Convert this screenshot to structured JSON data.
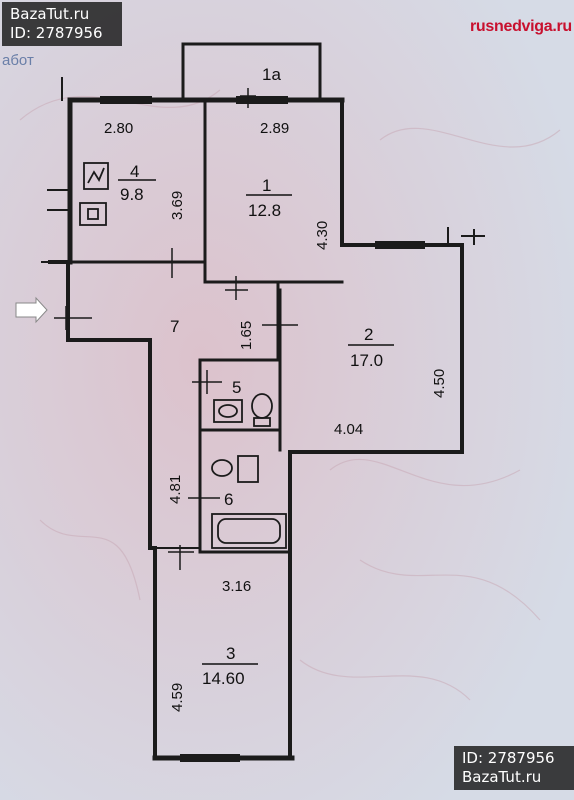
{
  "watermark_top": {
    "site": "BazaTut.ru",
    "id": "ID: 2787956"
  },
  "watermark_bottom": {
    "id": "ID: 2787956",
    "site": "BazaTut.ru"
  },
  "brand": "rusnedviga.ru",
  "fragment_text": "абот",
  "rooms": [
    {
      "key": "1a",
      "label": "1а",
      "area": ""
    },
    {
      "key": "1",
      "label": "1",
      "area": "12.8"
    },
    {
      "key": "2",
      "label": "2",
      "area": "17.0"
    },
    {
      "key": "3",
      "label": "3",
      "area": "14.60"
    },
    {
      "key": "4",
      "label": "4",
      "area": "9.8"
    },
    {
      "key": "5",
      "label": "5",
      "area": ""
    },
    {
      "key": "6",
      "label": "6",
      "area": ""
    },
    {
      "key": "7",
      "label": "7",
      "area": ""
    }
  ],
  "dimensions": {
    "room4_width": "2.80",
    "room4_depth": "3.69",
    "room1_width": "2.89",
    "room1_depth": "4.30",
    "corridor_length": "1.65",
    "room2_depth": "4.50",
    "room2_width": "4.04",
    "hall_length": "4.81",
    "room3_width": "3.16",
    "room3_depth": "4.59"
  },
  "colors": {
    "wall": "#1b1b1b",
    "background": "#d9dce6",
    "brand": "#c8102e"
  }
}
